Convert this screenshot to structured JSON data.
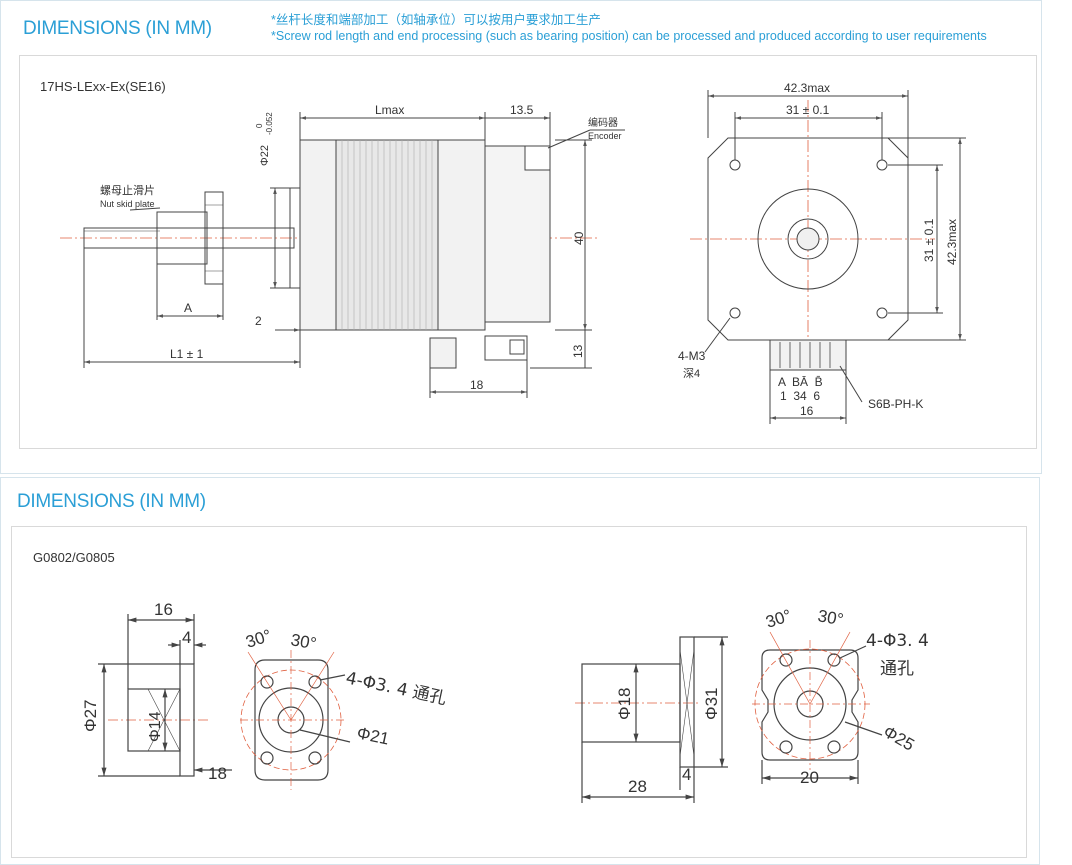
{
  "section1": {
    "title": "DIMENSIONS (IN MM)",
    "note_cn": "*丝杆长度和端部加工（如轴承位）可以按用户要求加工生产",
    "note_en": "*Screw rod length and end processing (such as bearing position) can be processed and produced according to user requirements",
    "model": "17HS-LExx-Ex(SE16)",
    "side_view": {
      "phi22": "Φ22",
      "phi22_tol_top": "0",
      "phi22_tol_bottom": "-0.052",
      "lmax": "Lmax",
      "dim_13_5": "13.5",
      "encoder_cn": "编码器",
      "encoder_en": "Encoder",
      "nut_cn": "螺母止滑片",
      "nut_en": "Nut skid plate",
      "dim_40": "40",
      "dim_A": "A",
      "dim_2": "2",
      "dim_L1": "L1 ± 1",
      "dim_13": "13",
      "dim_18": "18"
    },
    "front_view": {
      "dim_42_3max_top": "42.3max",
      "dim_31_top": "31 ± 0.1",
      "dim_31_side": "31 ± 0.1",
      "dim_42_3max_side": "42.3max",
      "hole_label": "4-M3",
      "depth_label": "深4",
      "pin_letters": "A  BĀ  B̄",
      "pin_numbers": "1  34  6",
      "connector": "S6B-PH-K",
      "dim_16": "16"
    }
  },
  "section2": {
    "title": "DIMENSIONS (IN MM)",
    "model": "G0802/G0805",
    "nut1": {
      "dim_16": "16",
      "dim_4": "4",
      "phi27": "Φ27",
      "phi14": "Φ14",
      "dim_18": "18",
      "angle_a": "30°",
      "angle_b": "30°",
      "holes": "4-Φ3. 4 通孔",
      "phi21": "Φ21"
    },
    "nut2": {
      "phi18": "Φ18",
      "phi31": "Φ31",
      "dim_28": "28",
      "dim_4": "4",
      "angle_a": "30°",
      "angle_b": "30°",
      "holes": "4-Φ3. 4",
      "through": "通孔",
      "phi25": "Φ25",
      "dim_20": "20"
    }
  }
}
